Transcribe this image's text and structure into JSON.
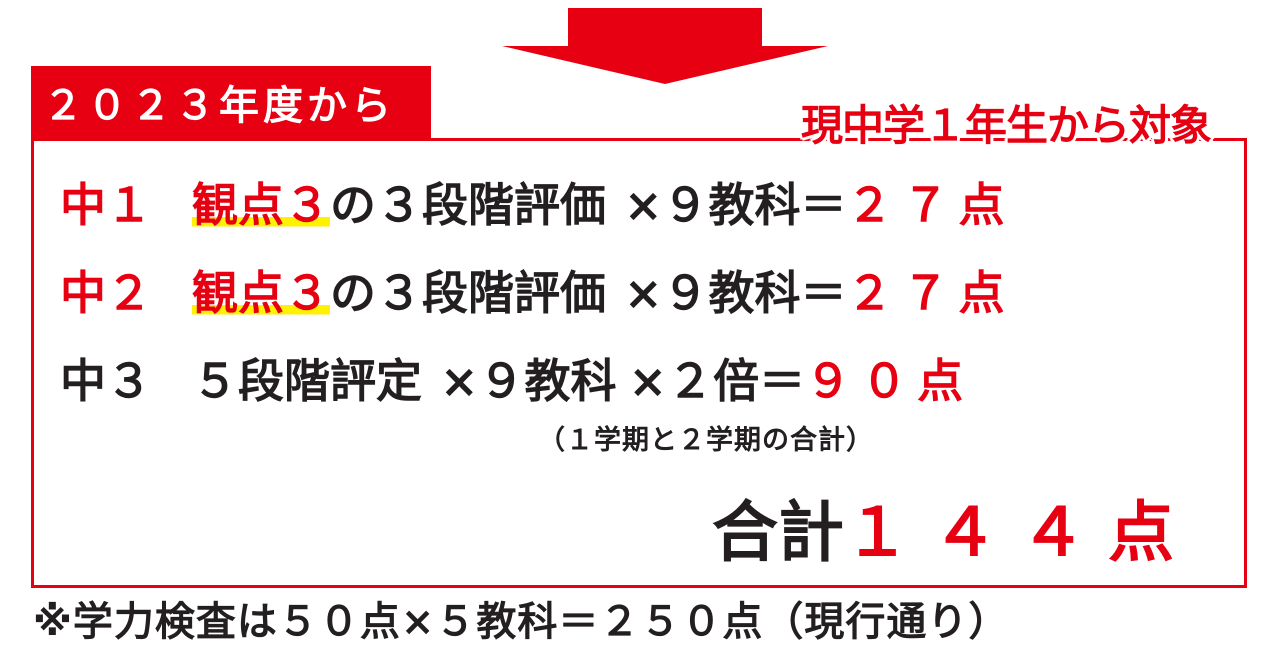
{
  "colors": {
    "accent_red": "#e60012",
    "highlight_yellow": "#fff100",
    "text_dark": "#231f20"
  },
  "icons": {
    "down_arrow": "down-arrow-icon"
  },
  "year_tab": "２０２３年度から",
  "target_tag": "現中学１年生から対象",
  "rows": [
    {
      "grade": "中１",
      "views": "観点３",
      "scale": "の３段階評価",
      "subjects": "×９教科",
      "equals": "＝",
      "points": "２７点"
    },
    {
      "grade": "中２",
      "views": "観点３",
      "scale": "の３段階評価",
      "subjects": "×９教科",
      "equals": "＝",
      "points": "２７点"
    },
    {
      "grade": "中３",
      "scale": "５段階評定",
      "subjects": "×９教科",
      "multiplier": "×２倍",
      "equals": "＝",
      "points": "９０点"
    }
  ],
  "row3_note": "（１学期と２学期の合計）",
  "total": {
    "label": "合計",
    "value": "１４４点"
  },
  "footnote": "※学力検査は５０点×５教科＝２５０点（現行通り）"
}
